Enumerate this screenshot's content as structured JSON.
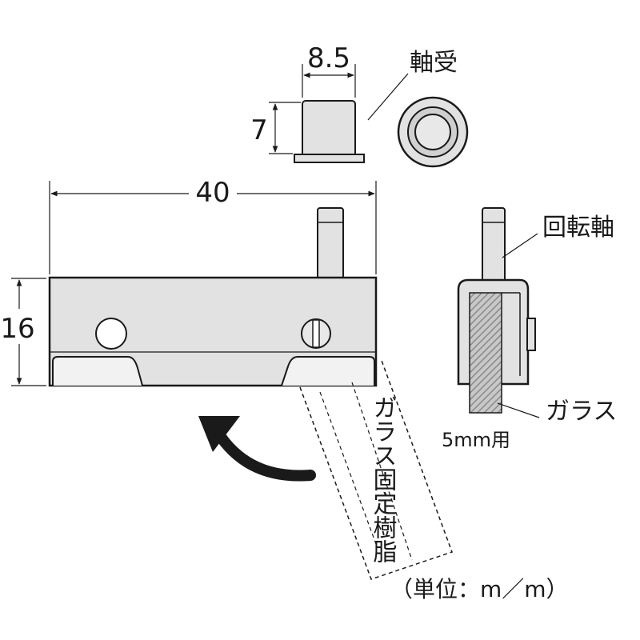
{
  "dimensions": {
    "bearing_width": "8.5",
    "bearing_height": "7",
    "body_length": "40",
    "body_height": "16"
  },
  "labels": {
    "bearing": "軸受",
    "rotating_shaft": "回転軸",
    "glass": "ガラス",
    "glass_thickness": "5mm用",
    "resin": "ガラス固定樹脂",
    "unit": "（単位：m／m）"
  },
  "colors": {
    "line": "#1a1a1a",
    "part_fill": "#e2e2e2",
    "glass_hatch": "#9a9a9a"
  }
}
